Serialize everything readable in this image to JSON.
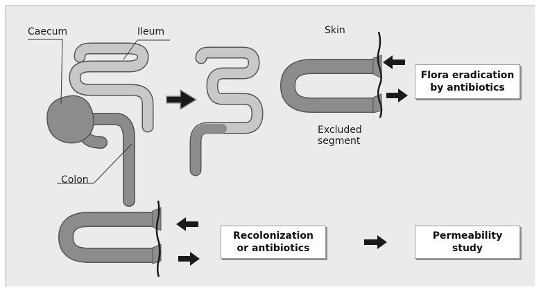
{
  "labels": {
    "caecum": "Caecum",
    "ileum": "Ileum",
    "colon": "Colon",
    "skin": "Skin",
    "excluded_segment": "Excluded\nsegment"
  },
  "boxes": {
    "flora_eradication": "Flora eradication\nby antibiotics",
    "recolonization": "Recolonization\nor antibiotics",
    "permeability": "Permeability\nstudy"
  },
  "colors": {
    "background": "#ebebeb",
    "intestine_dark": "#8c8c8c",
    "intestine_light": "#c8c8c8",
    "box_fill": "#ffffff",
    "arrow": "#1a1a1a"
  }
}
